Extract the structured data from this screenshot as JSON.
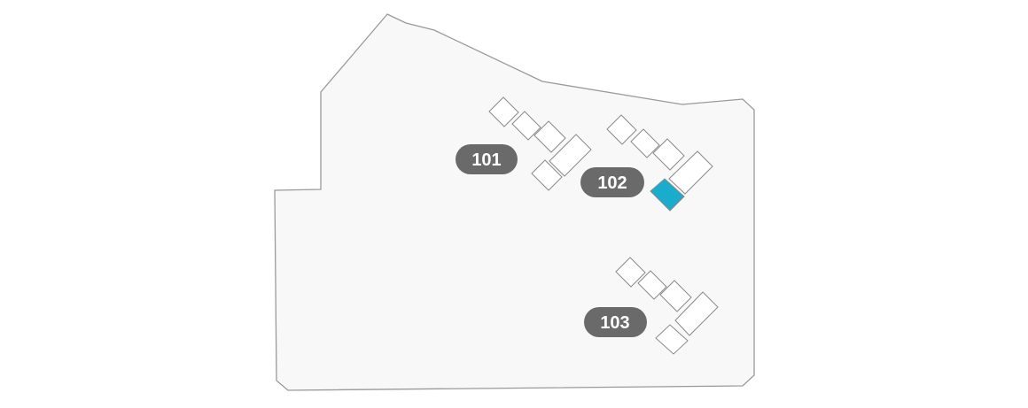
{
  "map": {
    "buildings": [
      {
        "label": "101"
      },
      {
        "label": "102"
      },
      {
        "label": "103"
      }
    ],
    "selected_building": "102",
    "colors": {
      "site_fill": "#f8f8f8",
      "site_stroke": "#9a9a9a",
      "unit_fill": "#ffffff",
      "unit_stroke": "#8a8a8a",
      "selected_unit": "#1aaccc",
      "label_pill": "#6a6a6a",
      "label_text": "#ffffff"
    }
  }
}
